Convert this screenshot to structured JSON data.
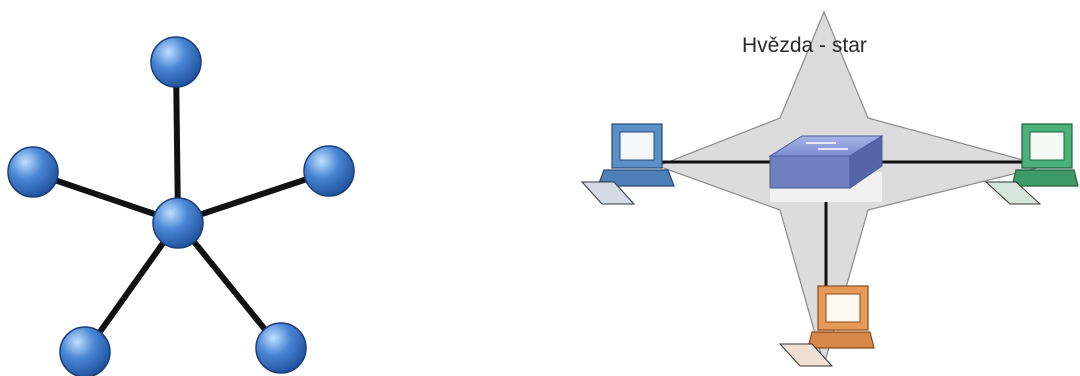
{
  "diagram": {
    "left": {
      "hub": "center-node",
      "nodes": [
        "node-top",
        "node-left",
        "node-right",
        "node-bottom-left",
        "node-bottom-right"
      ],
      "node_color": "#4a86d4",
      "link_color": "#111111"
    },
    "right": {
      "caption": "Hvězda - star",
      "hub": "switch",
      "computers": [
        {
          "id": "computer-left",
          "color": "#5b8fc8"
        },
        {
          "id": "computer-right",
          "color": "#4db27a"
        },
        {
          "id": "computer-bottom",
          "color": "#e59a57"
        }
      ],
      "star_fill": "#dcdcdc",
      "switch_color": "#6f7fc0"
    }
  }
}
